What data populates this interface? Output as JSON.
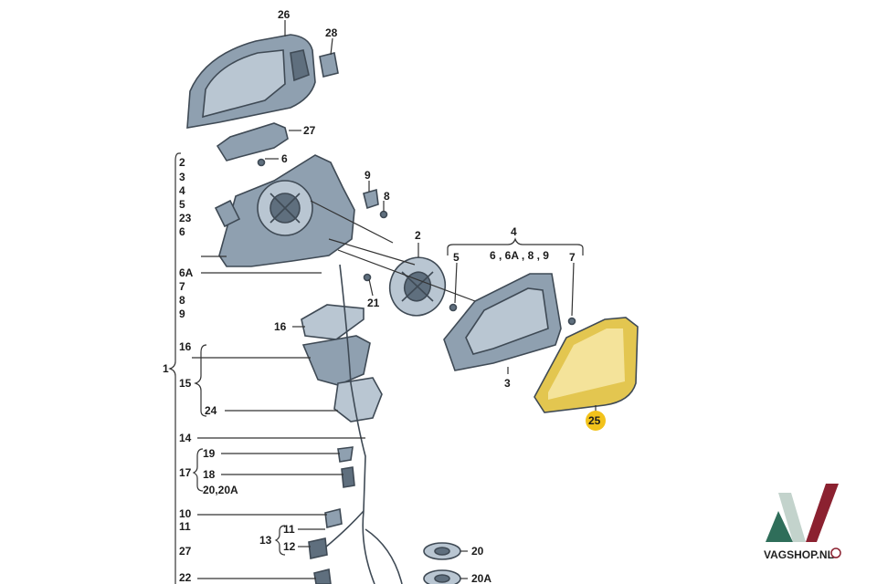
{
  "labels": {
    "l26": "26",
    "l28": "28",
    "l27": "27",
    "l6a": "6",
    "c2": "2",
    "c3": "3",
    "c4": "4",
    "c5": "5",
    "c23": "23",
    "c6": "6",
    "c6A": "6A",
    "c7": "7",
    "c8": "8",
    "c9": "9",
    "l9": "9",
    "l8": "8",
    "l21": "21",
    "l16": "16",
    "l2": "2",
    "l4": "4",
    "l5": "5",
    "l6g": "6 , 6A , 8 , 9",
    "l7": "7",
    "l3": "3",
    "l25": "25",
    "c1": "1",
    "c16": "16",
    "c15": "15",
    "c24": "24",
    "c14": "14",
    "c19": "19",
    "c17": "17",
    "c18": "18",
    "c20": "20,20A",
    "c10": "10",
    "c11": "11",
    "c13": "13",
    "c11b": "11",
    "c12": "12",
    "c27": "27",
    "c22": "22",
    "l20": "20",
    "l20A": "20A"
  },
  "logo": {
    "text": "VAGSHOP.NL",
    "colors": {
      "left": "#2f6e5a",
      "middle": "#c3d3cc",
      "right": "#8b2130"
    }
  },
  "highlight_color": "#f2c21b"
}
